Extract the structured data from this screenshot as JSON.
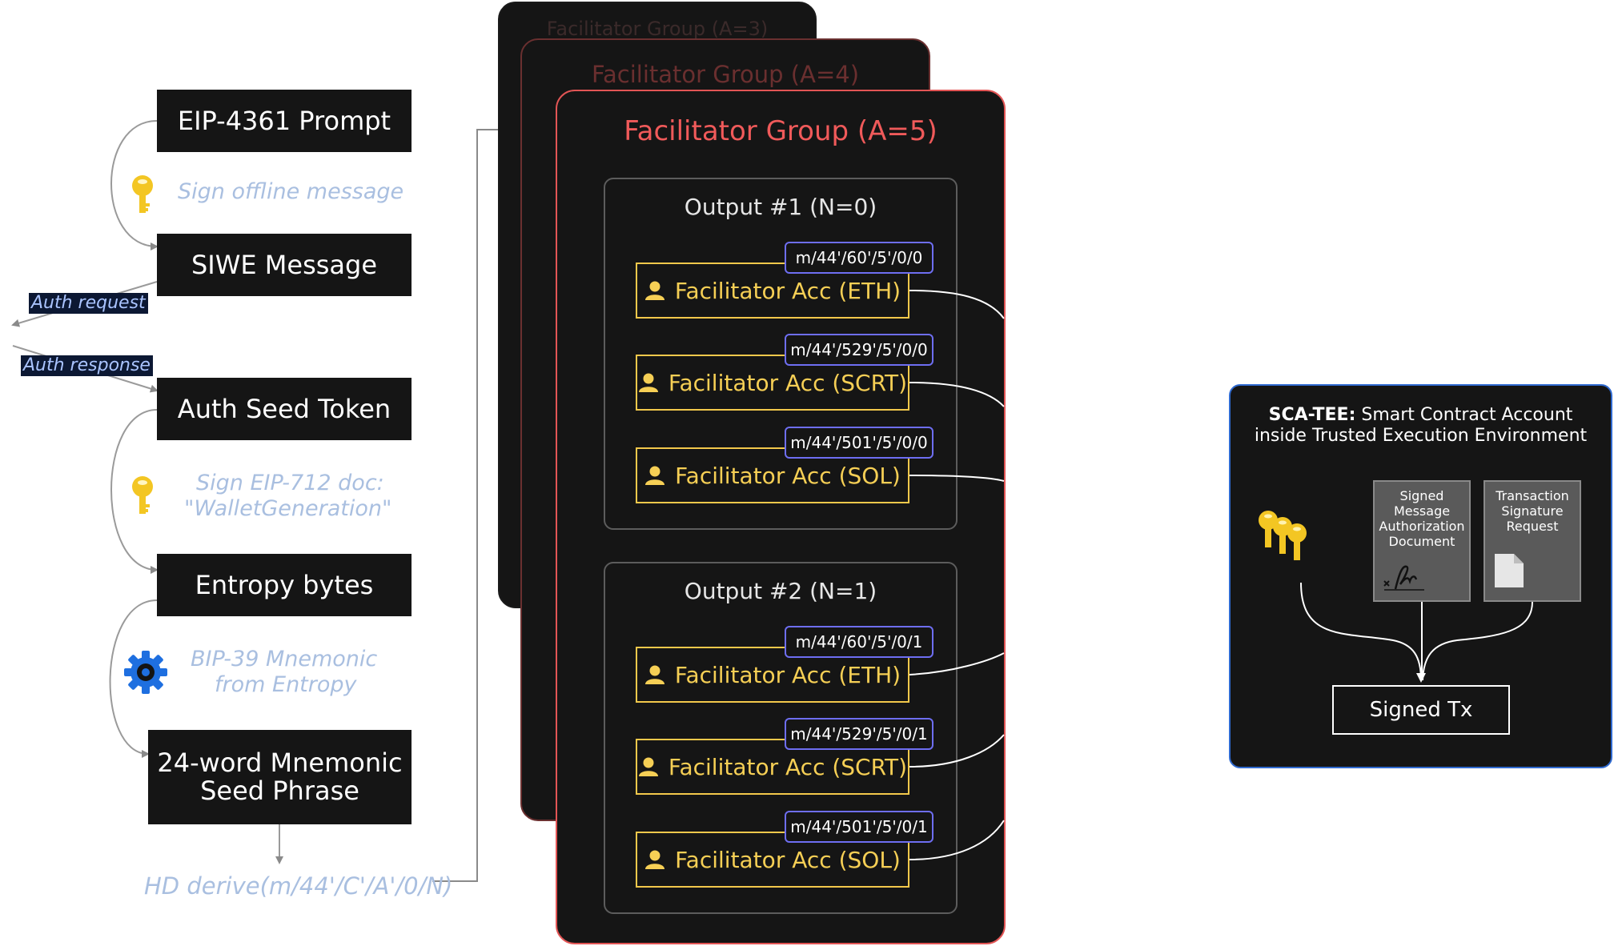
{
  "flow": {
    "eip_prompt": "EIP-4361 Prompt",
    "sign_offline": "Sign offline message",
    "siwe_message": "SIWE Message",
    "auth_request": "Auth request",
    "auth_response": "Auth response",
    "auth_seed_token": "Auth Seed Token",
    "sign_eip712_line1": "Sign EIP-712 doc:",
    "sign_eip712_line2": "\"WalletGeneration\"",
    "entropy_bytes": "Entropy bytes",
    "bip39_line1": "BIP-39 Mnemonic",
    "bip39_line2": "from Entropy",
    "mnemonic_line1": "24-word Mnemonic",
    "mnemonic_line2": "Seed Phrase",
    "hd_derive": "HD derive(m/44'/C'/A'/0/N)"
  },
  "groups": {
    "back2_title": "Facilitator Group (A=3)",
    "back1_title": "Facilitator Group (A=4)",
    "front_title": "Facilitator Group (A=5)"
  },
  "outputs": [
    {
      "title": "Output #1  (N=0)",
      "accounts": [
        {
          "label": "Facilitator Acc (ETH)",
          "path": "m/44'/60'/5'/0/0"
        },
        {
          "label": "Facilitator Acc (SCRT)",
          "path": "m/44'/529'/5'/0/0"
        },
        {
          "label": "Facilitator Acc (SOL)",
          "path": "m/44'/501'/5'/0/0"
        }
      ]
    },
    {
      "title": "Output #2  (N=1)",
      "accounts": [
        {
          "label": "Facilitator Acc (ETH)",
          "path": "m/44'/60'/5'/0/1"
        },
        {
          "label": "Facilitator Acc (SCRT)",
          "path": "m/44'/529'/5'/0/1"
        },
        {
          "label": "Facilitator Acc (SOL)",
          "path": "m/44'/501'/5'/0/1"
        }
      ]
    }
  ],
  "tee": {
    "title_bold": "SCA-TEE:",
    "title_rest": " Smart Contract Account",
    "title_line2": "inside Trusted Execution Environment",
    "doc1_line1": "Signed",
    "doc1_line2": "Message",
    "doc1_line3": "Authorization",
    "doc1_line4": "Document",
    "doc2_line1": "Transaction",
    "doc2_line2": "Signature",
    "doc2_line3": "Request",
    "signed_tx": "Signed Tx"
  },
  "icons": {
    "key": "key-icon",
    "gear": "gear-icon",
    "keys": "keys-icon",
    "user": "user-icon",
    "signature": "signature-icon",
    "document": "document-icon"
  },
  "colors": {
    "box_dark": "#151515",
    "label_blue": "#a9bfe0",
    "accent_red": "#f05a5a",
    "account_yellow": "#f2c84b",
    "path_border": "#6e6ef2",
    "tee_border": "#2f6ad0"
  }
}
